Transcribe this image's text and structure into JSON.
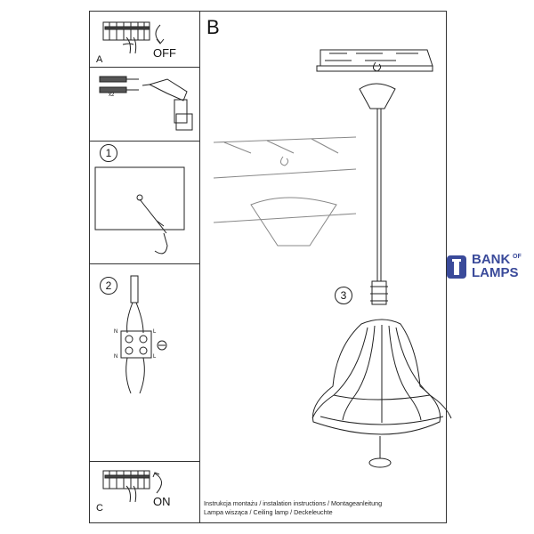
{
  "panels": {
    "a": {
      "letter": "A",
      "state": "OFF"
    },
    "b": {
      "letter": "B"
    },
    "c": {
      "letter": "C",
      "state": "ON"
    },
    "step1": {
      "number": "1"
    },
    "step2": {
      "number": "2"
    },
    "step3": {
      "number": "3"
    }
  },
  "tools": {
    "anchor_qty": "x2"
  },
  "terminal": {
    "left_top": "N",
    "left_bottom": "N",
    "right_top": "L",
    "right_bottom": "L"
  },
  "footer": {
    "line1": "Instrukcja montażu / instalation instructions / Montageanleitung",
    "line2": "Lampa wisząca / Ceiling lamp / Deckeleuchte"
  },
  "logo": {
    "word1": "BANK",
    "word2": "OF",
    "word3": "LAMPS",
    "color": "#3a4a9a"
  }
}
